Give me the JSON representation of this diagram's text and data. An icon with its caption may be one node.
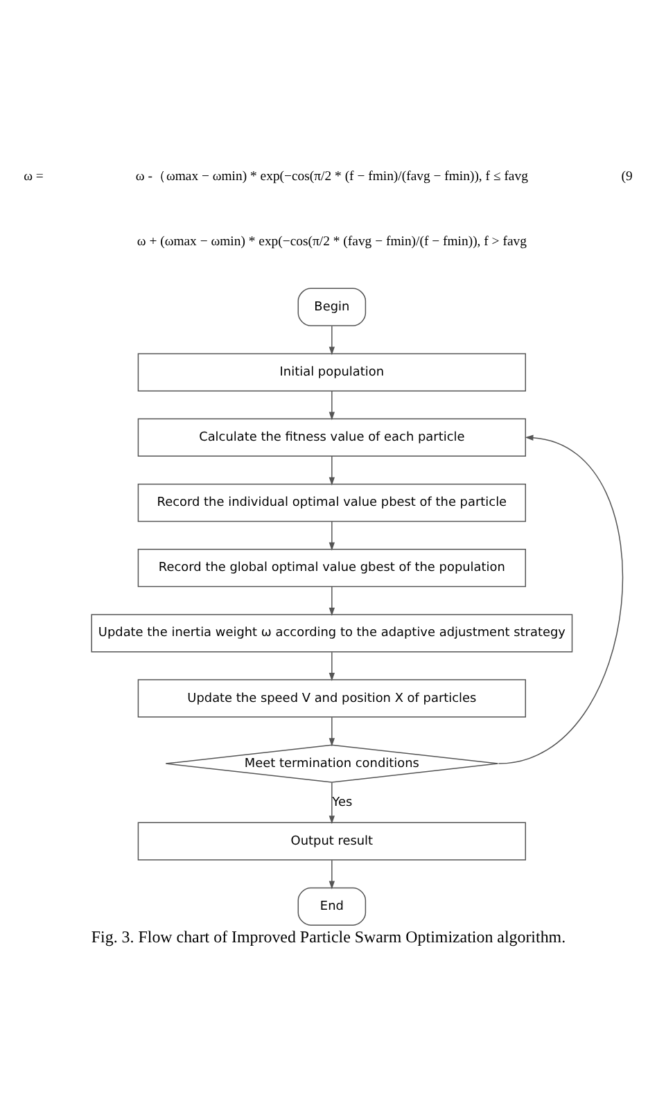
{
  "diagram": {
    "caption": "Fig. 3. Flow chart of Improved Particle Swarm Optimization algorithm.",
    "nodes": [
      {
        "text": [
          "Begin"
        ]
      },
      {
        "text": [
          "Initial population"
        ]
      },
      {
        "text": [
          "Calculate the fitness value of each particle"
        ]
      },
      {
        "text": [
          "Record the individual optimal value pbest of the particle"
        ]
      },
      {
        "text": [
          "Record the global optimal value gbest of the population"
        ]
      },
      {
        "text": [
          "Update the inertia weight ω according to the adaptive adjustment strategy"
        ]
      },
      {
        "text": [
          "Update the speed V and position X of particles"
        ]
      },
      {
        "text": [
          "Meet termination conditions"
        ]
      },
      {
        "text": [
          "Output result"
        ]
      },
      {
        "text": [
          "End"
        ]
      }
    ],
    "edges": [
      {
        "from": 0,
        "to": 1,
        "arrow": "to"
      },
      {
        "from": 1,
        "to": 2,
        "arrow": "to"
      },
      {
        "from": 2,
        "to": 3,
        "arrow": "to"
      },
      {
        "from": 3,
        "to": 4,
        "arrow": "to"
      },
      {
        "from": 4,
        "to": 5,
        "arrow": "to"
      },
      {
        "from": 5,
        "to": 6,
        "arrow": "to"
      },
      {
        "from": 6,
        "to": 7,
        "arrow": "to"
      },
      {
        "from": 7,
        "to": 2,
        "arrow": "to"
      },
      {
        "from": 7,
        "to": 8,
        "arrow": "to",
        "label": "Yes"
      },
      {
        "from": 8,
        "to": 9,
        "arrow": "to"
      }
    ],
    "labels": [
      "ω =",
      "ω -（ωmax − ωmin) * exp(−cos(π/2 * (f − fmin)/(favg − fmin)), f ≤ favg",
      "ω + (ωmax − ωmin) * exp(−cos(π/2 * (favg − fmin)/(f − fmin)), f > favg",
      "(9"
    ]
  }
}
